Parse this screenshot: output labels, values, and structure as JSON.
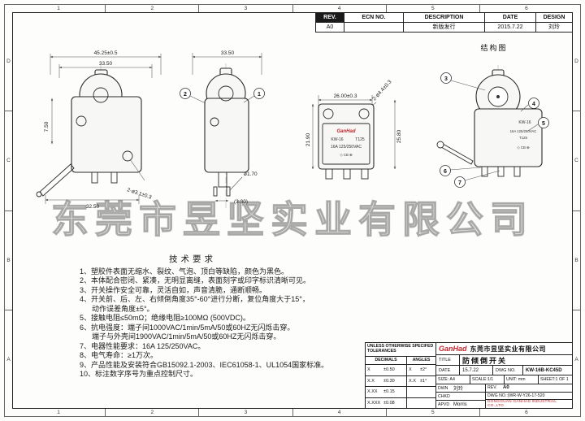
{
  "frame": {
    "cols": [
      "1",
      "2",
      "3",
      "4",
      "5",
      "6"
    ],
    "rows": [
      "D",
      "C",
      "B",
      "A"
    ]
  },
  "rev_table": {
    "headers": {
      "rev": "REV.",
      "ecn": "ECN NO.",
      "description": "DESCRIPTION",
      "date": "DATE",
      "design": "DESIGN"
    },
    "row": {
      "rev": "A0",
      "ecn": "",
      "description": "新版发行",
      "date": "2015.7.22",
      "design": "刘玲"
    }
  },
  "watermark": "东莞市昱坚实业有限公司",
  "drawing": {
    "structure_label": "结构图",
    "callouts": {
      "c1": "1",
      "c2": "2",
      "c3": "3",
      "c4": "4",
      "c5": "5",
      "c6": "6",
      "c7": "7"
    },
    "dims": {
      "overall_width": "45.25±0.5",
      "body_width": "33.50",
      "side_width": "33.50",
      "left_height": "7.50",
      "bottom_width": "32.50",
      "hole_note": "2-ø3.1±0.3",
      "pin_dia": "ø1.70",
      "pin_gap": "(3.30)",
      "face_width": "26.00±0.3",
      "face_hole_note": "2-ø4.4±0.3",
      "face_height_left": "21.90",
      "face_height_right": "25.80"
    },
    "face": {
      "brand": "GanHad",
      "model": "KW-16",
      "cert": "T125",
      "rating": "16A 125/250VAC",
      "marks": "◇ CB ⊕"
    }
  },
  "tech": {
    "title": "技术要求",
    "items": [
      "1、塑胶件表面无缩水、裂纹、气泡、顶白等缺陷，颜色为黑色。",
      "2、本体配合密闭、紧凑，无明显离缝，表面刻字或印字标识清晰可见。",
      "3、开关操作安全可靠，灵活自如，声音清脆，通断顺畅。",
      "4、开关前、后、左、右倾倒角度35°-60°进行分断，复位角度大于15°，",
      "      动作误差角度±5°。",
      "5、接触电阻≤50mΩ；绝缘电阻≥100MΩ (500VDC)。",
      "6、抗电强度：端子间1000VAC/1min/5mA/50或60HZ无闪烁击穿。",
      "      端子与外壳间1900VAC/1min/5mA/50或60HZ无闪烁击穿。",
      "7、电器性能要求：16A 125/250VAC。",
      "8、电气寿命：≥1万次。",
      "9、产品性能及安装符合GB15092.1-2003、IEC61058-1、UL1054国家标准。",
      "10、标注数字序号为重点控制尺寸。"
    ]
  },
  "title_block": {
    "tolerances": {
      "header": "UNLESS OTHERWISE SPECIFED TOLERANCES",
      "decimals_label": "DECIMALS",
      "angles_label": "ANGLES",
      "rows": [
        {
          "d": "X",
          "dv": "±0.50",
          "a": "X",
          "av": "±2°"
        },
        {
          "d": "X.X",
          "dv": "±0.30",
          "a": "X.X",
          "av": "±1°"
        },
        {
          "d": "X.XX",
          "dv": "±0.15",
          "a": "",
          "av": ""
        },
        {
          "d": "X.XXX",
          "dv": "±0.08",
          "a": "",
          "av": ""
        }
      ]
    },
    "company": {
      "logo": "GanHad",
      "name_cn": "东莞市昱坚实业有限公司",
      "name_en": "DONGGUAN GANHAD INDUSTRIAL CO.,LTD"
    },
    "fields": {
      "title_label": "TITLE",
      "title_value": "防倾倒开关",
      "date_label": "DATE",
      "date_value": "15.7.22",
      "dwgno_label": "DWG NO.",
      "dwgno_value": "KW-16B-KC45D",
      "size": "SIZE: A4",
      "scale": "SCALE:1/1",
      "unit": "UNIT: mm",
      "sheet": "SHEET:1 OF 1",
      "dwn_label": "DWN",
      "dwn_value": "刘玲",
      "chkd_label": "CHKD",
      "chkd_value": "",
      "apvd_label": "APVD",
      "apvd_value": "Morris",
      "rev_label": "REV.",
      "rev_value": "A0",
      "doc_no": "DWG NO.:(WR-W-Y26-17-520"
    }
  }
}
